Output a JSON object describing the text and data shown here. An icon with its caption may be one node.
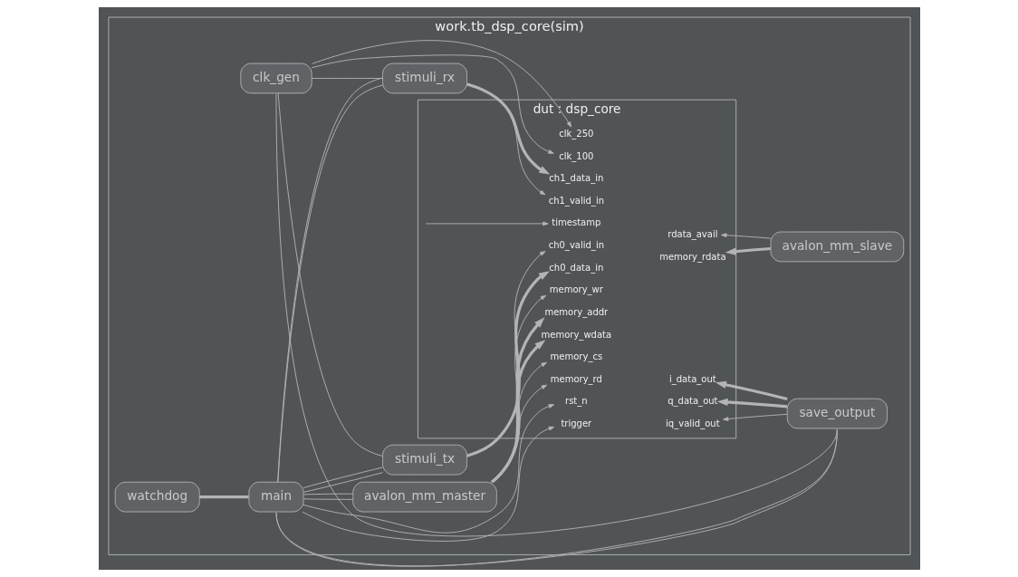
{
  "diagram": {
    "nodes": [
      {
        "text": [
          "work.tb_dsp_core(sim)"
        ]
      },
      {
        "text": [
          "clk_gen"
        ],
        "in": 0
      },
      {
        "text": [
          "watchdog"
        ],
        "in": 0
      },
      {
        "text": [
          "main"
        ],
        "in": 0
      },
      {
        "text": [
          "stimuli_tx"
        ],
        "in": 0
      },
      {
        "text": [
          "stimuli_rx"
        ],
        "in": 0
      },
      {
        "text": [
          "avalon_mm_master"
        ],
        "in": 0
      },
      {
        "text": [
          "dut : dsp_core"
        ],
        "in": 0
      },
      {
        "text": [
          "clk_100"
        ],
        "in": 7
      },
      {
        "text": [
          "clk_250"
        ],
        "in": 7
      },
      {
        "text": [
          "rst_n"
        ],
        "in": 7
      },
      {
        "text": [
          "ch0_data_in"
        ],
        "in": 7
      },
      {
        "text": [
          "ch0_valid_in"
        ],
        "in": 7
      },
      {
        "text": [
          "ch1_data_in"
        ],
        "in": 7
      },
      {
        "text": [
          "ch1_valid_in"
        ],
        "in": 7
      },
      {
        "text": [
          "trigger"
        ],
        "in": 7
      },
      {
        "text": [
          "timestamp"
        ],
        "in": 7
      },
      {
        "text": [
          "memory_cs"
        ],
        "in": 7
      },
      {
        "text": [
          "memory_rd"
        ],
        "in": 7
      },
      {
        "text": [
          "memory_wr"
        ],
        "in": 7
      },
      {
        "text": [
          "memory_addr"
        ],
        "in": 7
      },
      {
        "text": [
          "memory_wdata"
        ],
        "in": 7
      },
      {
        "text": [
          "i_data_out"
        ],
        "in": 7
      },
      {
        "text": [
          "q_data_out"
        ],
        "in": 7
      },
      {
        "text": [
          "iq_valid_out"
        ],
        "in": 7
      },
      {
        "text": [
          "memory_rdata"
        ],
        "in": 7
      },
      {
        "text": [
          "rdata_avail"
        ],
        "in": 7
      },
      {
        "text": [
          "save_output"
        ],
        "in": 0
      },
      {
        "text": [
          "avalon_mm_slave"
        ],
        "in": 0
      }
    ],
    "edges": [
      {
        "from": 1,
        "to": 8,
        "arrow": "to"
      },
      {
        "from": 1,
        "to": 27,
        "arrow": "none"
      },
      {
        "from": 1,
        "to": 9,
        "arrow": "to"
      },
      {
        "from": 1,
        "to": 4,
        "arrow": "none"
      },
      {
        "from": 1,
        "to": 5,
        "arrow": "none"
      },
      {
        "from": 2,
        "to": 3,
        "arrow": "none",
        "style": "thick"
      },
      {
        "from": 3,
        "to": 10,
        "arrow": "to"
      },
      {
        "from": 3,
        "to": 4,
        "arrow": "none"
      },
      {
        "from": 3,
        "to": 4,
        "arrow": "none"
      },
      {
        "from": 3,
        "to": 5,
        "arrow": "none"
      },
      {
        "from": 3,
        "to": 5,
        "arrow": "none"
      },
      {
        "from": 3,
        "to": 15,
        "arrow": "to"
      },
      {
        "from": 3,
        "to": 6,
        "arrow": "none"
      },
      {
        "from": 3,
        "to": 6,
        "arrow": "none"
      },
      {
        "from": 3,
        "to": 27,
        "arrow": "none"
      },
      {
        "from": 3,
        "to": 27,
        "arrow": "none"
      },
      {
        "from": 4,
        "to": 11,
        "arrow": "to",
        "style": "thick"
      },
      {
        "from": 4,
        "to": 12,
        "arrow": "to"
      },
      {
        "from": 5,
        "to": 13,
        "arrow": "to",
        "style": "thick"
      },
      {
        "from": 5,
        "to": 14,
        "arrow": "to"
      },
      {
        "from": null,
        "to": 16,
        "arrow": "to"
      },
      {
        "from": 6,
        "to": 17,
        "arrow": "to"
      },
      {
        "from": 6,
        "to": 18,
        "arrow": "to"
      },
      {
        "from": 6,
        "to": 19,
        "arrow": "to"
      },
      {
        "from": 6,
        "to": 20,
        "arrow": "to",
        "style": "thick"
      },
      {
        "from": 6,
        "to": 21,
        "arrow": "to",
        "style": "thick"
      },
      {
        "from": 27,
        "to": 22,
        "arrow": "to",
        "style": "thick"
      },
      {
        "from": 27,
        "to": 23,
        "arrow": "to",
        "style": "thick"
      },
      {
        "from": 27,
        "to": 24,
        "arrow": "to"
      },
      {
        "from": 28,
        "to": 25,
        "arrow": "to",
        "style": "thick"
      },
      {
        "from": 28,
        "to": 26,
        "arrow": "to"
      }
    ]
  }
}
